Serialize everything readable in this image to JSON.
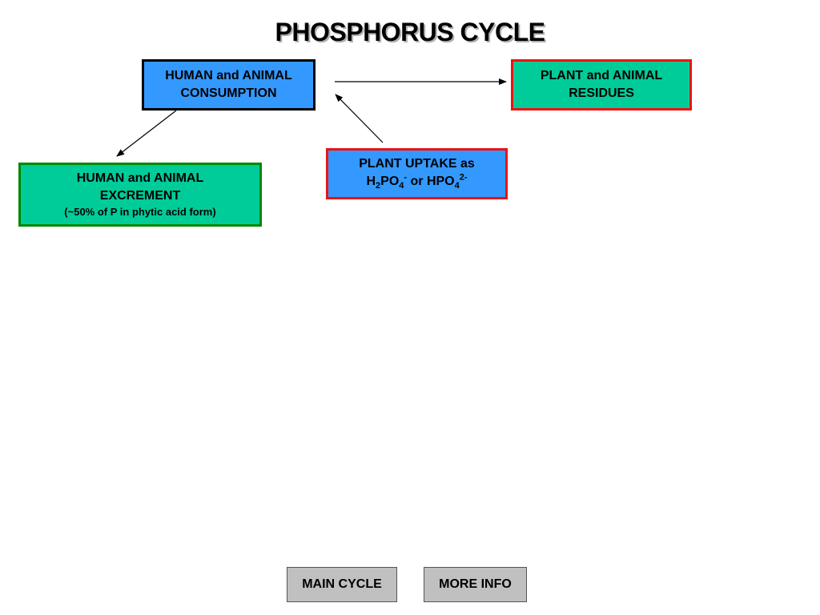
{
  "title": "PHOSPHORUS CYCLE",
  "nodes": {
    "consumption": {
      "line1": "HUMAN and ANIMAL",
      "line2": "CONSUMPTION"
    },
    "residues": {
      "line1": "PLANT and ANIMAL",
      "line2": "RESIDUES"
    },
    "excrement": {
      "line1": "HUMAN and ANIMAL",
      "line2": "EXCREMENT",
      "note": "(~50% of P in phytic acid form)"
    },
    "uptake": {
      "line1": "PLANT UPTAKE as",
      "h": "H",
      "h_sub": "2",
      "po": "PO",
      "po_sub": "4",
      "po_sup": "-",
      "or": " or HPO",
      "hpo_sub": "4",
      "hpo_sup": "2-"
    }
  },
  "edges": [
    {
      "from": "consumption",
      "to": "residues"
    },
    {
      "from": "consumption",
      "to": "excrement"
    },
    {
      "from": "uptake",
      "to": "consumption"
    }
  ],
  "buttons": {
    "main_cycle": "MAIN CYCLE",
    "more_info": "MORE INFO"
  },
  "colors": {
    "blue_box": "#3399ff",
    "green_box": "#00cc99",
    "red_border": "#ee1111",
    "black_border": "#000000",
    "green_border": "#008800",
    "button_gray": "#c0c0c0"
  }
}
